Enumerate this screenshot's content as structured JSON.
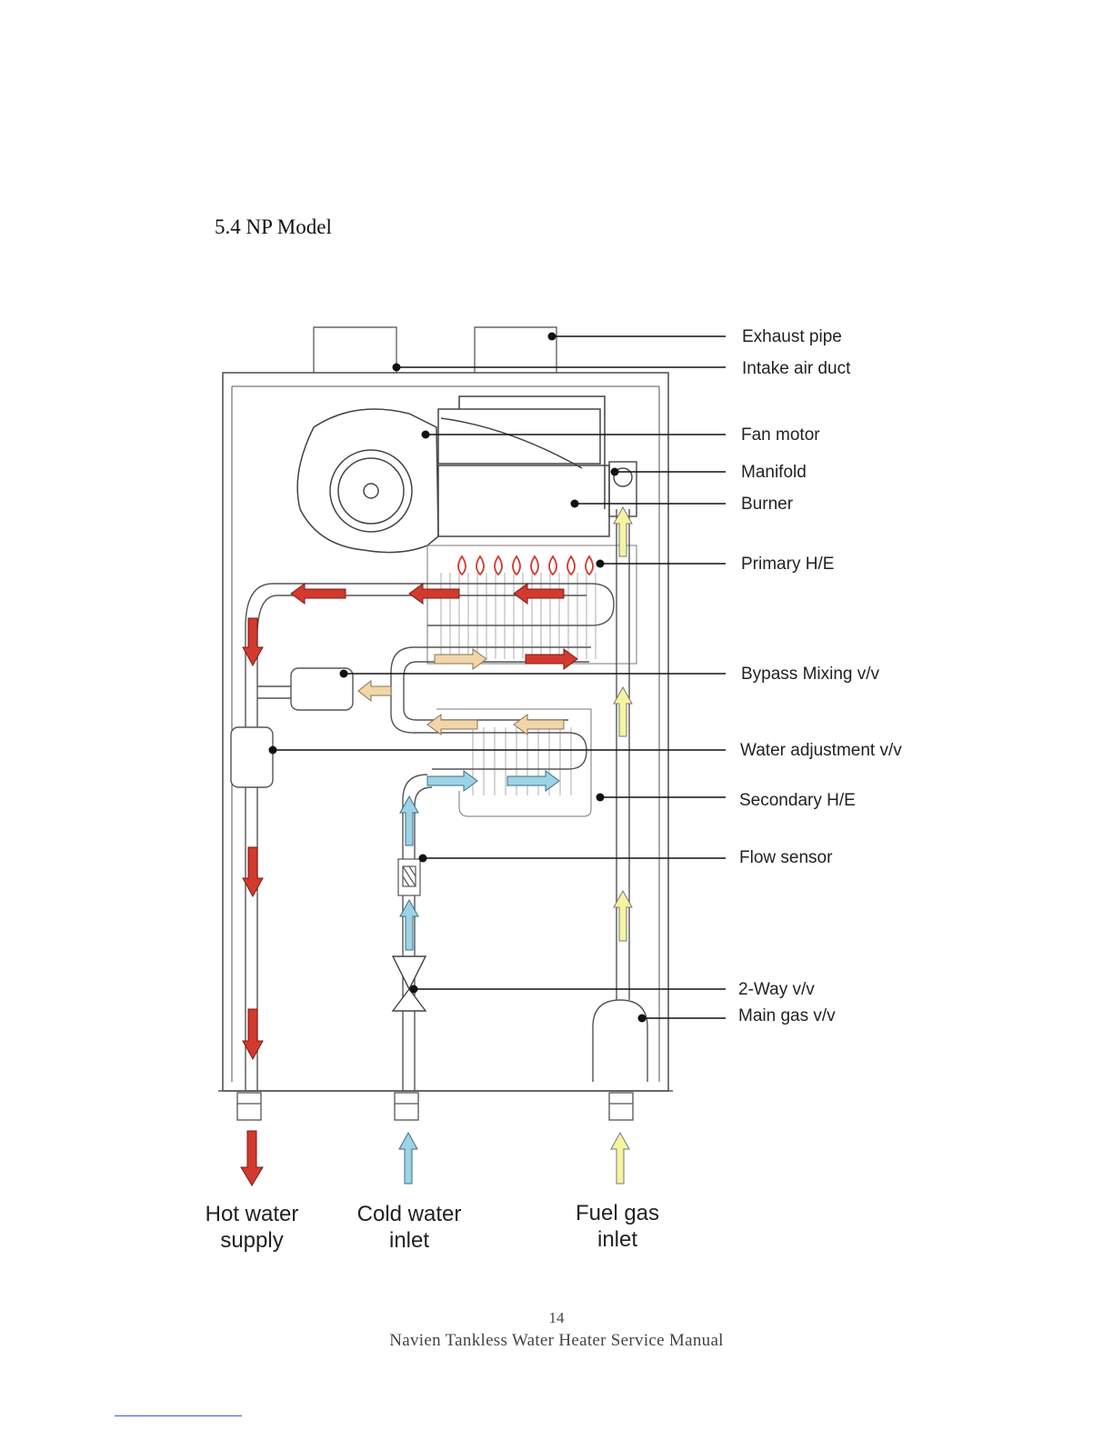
{
  "section_title": "5.4 NP Model",
  "labels": {
    "exhaust_pipe": "Exhaust pipe",
    "intake_air_duct": "Intake air duct",
    "fan_motor": "Fan motor",
    "manifold": "Manifold",
    "burner": "Burner",
    "primary_he": "Primary H/E",
    "bypass_mixing": "Bypass Mixing v/v",
    "water_adjustment": "Water adjustment v/v",
    "secondary_he": "Secondary H/E",
    "flow_sensor": "Flow sensor",
    "two_way": "2-Way v/v",
    "main_gas": "Main gas v/v"
  },
  "outlets": {
    "hot_water_line1": "Hot water",
    "hot_water_line2": "supply",
    "cold_water_line1": "Cold water",
    "cold_water_line2": "inlet",
    "fuel_gas_line1": "Fuel gas",
    "fuel_gas_line2": "inlet"
  },
  "footer": {
    "page_number": "14",
    "manual_title": "Navien Tankless Water Heater Service Manual"
  },
  "colors": {
    "hot": "#d23a2f",
    "warm": "#f0d6a8",
    "cold": "#9cd3e6",
    "gas": "#f4f4a0",
    "outline": "#333333"
  }
}
